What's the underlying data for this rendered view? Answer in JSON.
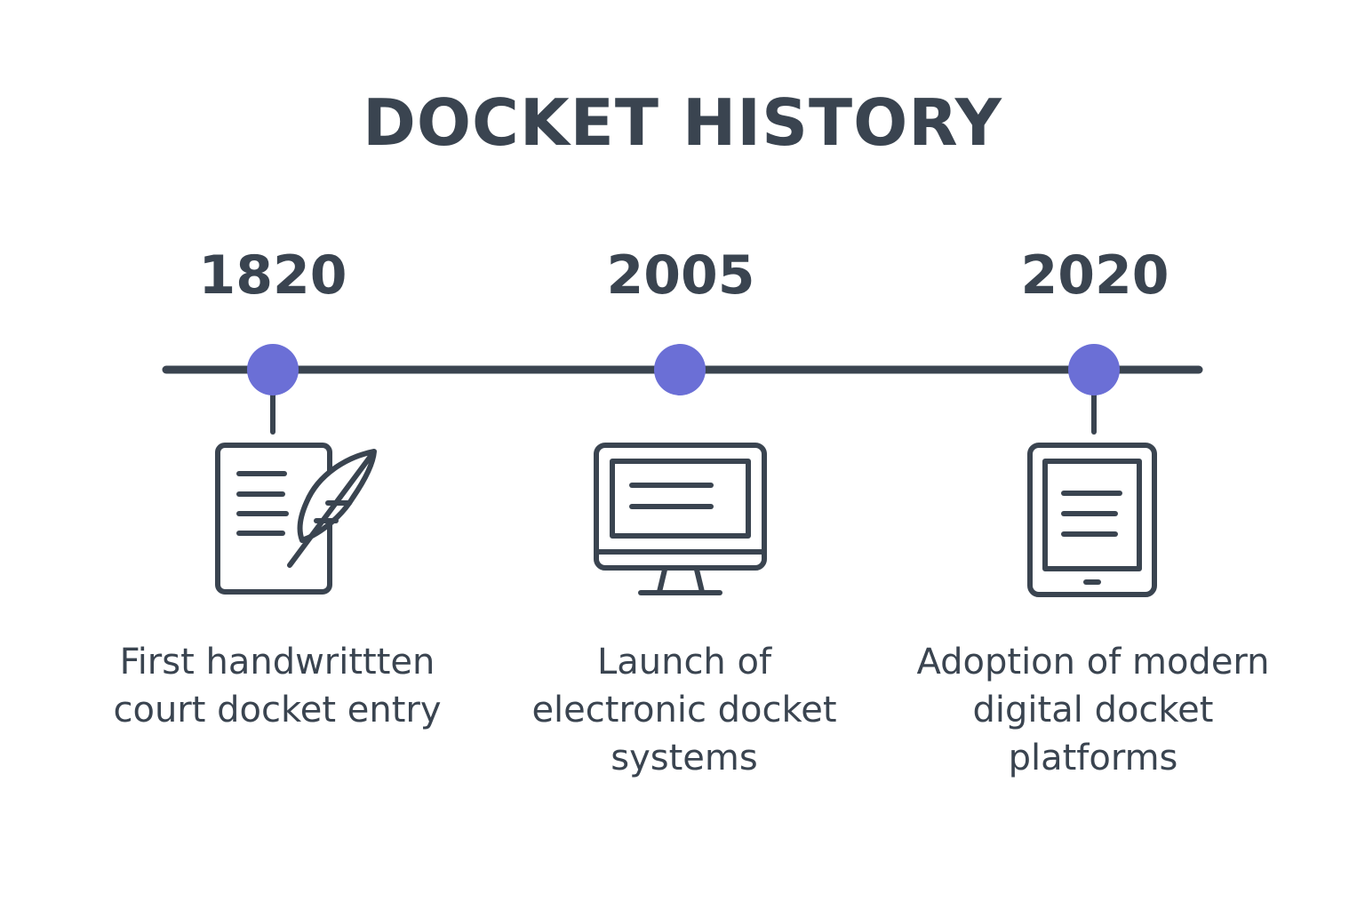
{
  "title": "DOCKET HISTORY",
  "colors": {
    "text": "#3a4450",
    "line": "#3a4450",
    "marker": "#6b6fd6",
    "background": "#ffffff"
  },
  "events": [
    {
      "year": "1820",
      "description_lines": [
        "First handwrittten",
        "court docket entry"
      ],
      "icon": "handwritten-document-quill-icon"
    },
    {
      "year": "2005",
      "description_lines": [
        "Launch of",
        "electronic docket",
        "systems"
      ],
      "icon": "desktop-monitor-icon"
    },
    {
      "year": "2020",
      "description_lines": [
        "Adoption of modern",
        "digital docket",
        "platforms"
      ],
      "icon": "tablet-icon"
    }
  ]
}
